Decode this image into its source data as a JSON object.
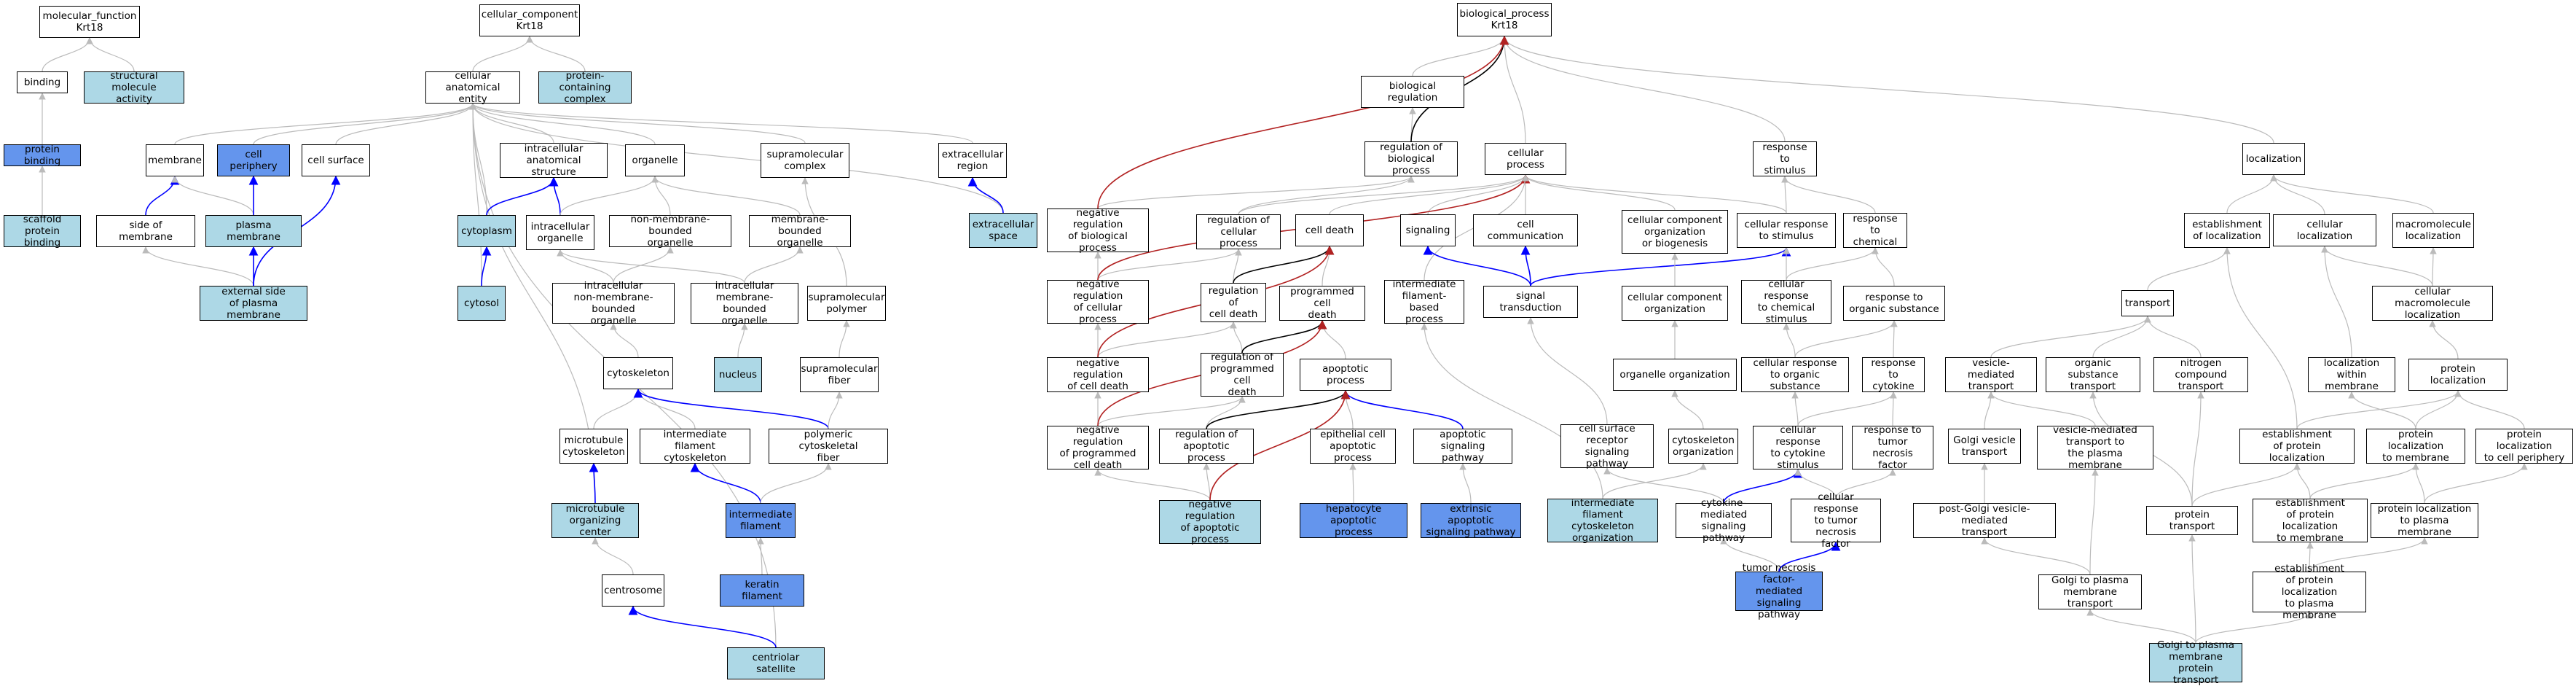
{
  "colors": {
    "white": "#ffffff",
    "light": "#add8e6",
    "blue": "#6495ed",
    "gray_edge": "#bbbbbb",
    "blue_edge": "#0000ff",
    "red_edge": "#b22222",
    "black_edge": "#000000"
  },
  "nodes": {
    "mf": "molecular_function\nKrt18",
    "binding": "binding",
    "smact": "structural molecule\nactivity",
    "protbind": "protein binding",
    "scaffold": "scaffold protein\nbinding",
    "cc": "cellular_component\nKrt18",
    "cae": "cellular anatomical\nentity",
    "pcc": "protein-containing\ncomplex",
    "membrane": "membrane",
    "cellper": "cell periphery",
    "cellsurf": "cell surface",
    "ias": "intracellular\nanatomical structure",
    "organelle": "organelle",
    "supracomplex": "supramolecular\ncomplex",
    "extreg": "extracellular\nregion",
    "sidemem": "side of membrane",
    "plasmamem": "plasma membrane",
    "extside": "external side\nof plasma membrane",
    "cytoplasm": "cytoplasm",
    "cytosol": "cytosol",
    "intorg": "intracellular\norganelle",
    "nmbo": "non-membrane-bounded\norganelle",
    "mbo": "membrane-bounded\norganelle",
    "intnmbo": "intracellular\nnon-membrane-bounded\norganelle",
    "intmbo": "intracellular\nmembrane-bounded\norganelle",
    "suprapoly": "supramolecular\npolymer",
    "extspace": "extracellular\nspace",
    "cytoskeleton": "cytoskeleton",
    "nucleus": "nucleus",
    "suprafiber": "supramolecular\nfiber",
    "mtcyto": "microtubule\ncytoskeleton",
    "ifcyto": "intermediate\nfilament cytoskeleton",
    "polycyto": "polymeric cytoskeletal\nfiber",
    "mtoc": "microtubule\norganizing center",
    "ifil": "intermediate\nfilament",
    "centrosome": "centrosome",
    "keratin": "keratin filament",
    "centriolar": "centriolar satellite",
    "bp": "biological_process\nKrt18",
    "bioreg": "biological regulation",
    "regbp": "regulation of\nbiological process",
    "cellproc": "cellular process",
    "respstim": "response to\nstimulus",
    "localization": "localization",
    "negregbp": "negative regulation\nof biological\nprocess",
    "regcp": "regulation of\ncellular process",
    "celldeath": "cell death",
    "signaling": "signaling",
    "cellcomm": "cell communication",
    "ccorg": "cellular component\norganization\nor biogenesis",
    "cellresp": "cellular response\nto stimulus",
    "respchem": "response to\nchemical",
    "estloc": "establishment\nof localization",
    "cellloc": "cellular localization",
    "macloc": "macromolecule\nlocalization",
    "negregcp": "negative regulation\nof cellular\nprocess",
    "regcd": "regulation of\ncell death",
    "pcd": "programmed cell\ndeath",
    "ifbased": "intermediate\nfilament-based\nprocess",
    "sigtrans": "signal transduction",
    "cco": "cellular component\norganization",
    "cellrespchem": "cellular response\nto chemical\nstimulus",
    "resporg": "response to\norganic substance",
    "transport": "transport",
    "cellmacloc": "cellular macromolecule\nlocalization",
    "negregcd": "negative regulation\nof cell death",
    "regpcd": "regulation of\nprogrammed cell\ndeath",
    "apoptotic": "apoptotic process",
    "orgorg": "organelle organization",
    "cellresporg": "cellular response\nto organic substance",
    "respcyt": "response to\ncytokine",
    "vesmed": "vesicle-mediated\ntransport",
    "orgsub": "organic substance\ntransport",
    "nitro": "nitrogen compound\ntransport",
    "locwithin": "localization\nwithin membrane",
    "protloc": "protein localization",
    "negregpcd": "negative regulation\nof programmed\ncell death",
    "regapop": "regulation of\napoptotic process",
    "epith": "epithelial cell\napoptotic process",
    "apopsig": "apoptotic signaling\npathway",
    "csrsp": "cell surface\nreceptor signaling\npathway",
    "cytoorg": "cytoskeleton\norganization",
    "cellrespcyt": "cellular response\nto cytokine\nstimulus",
    "resptnf": "response to\ntumor necrosis\nfactor",
    "golgives": "Golgi vesicle\ntransport",
    "vesmedpm": "vesicle-mediated\ntransport to\nthe plasma membrane",
    "estprotloc": "establishment\nof protein localization",
    "protlocmem": "protein localization\nto membrane",
    "protloccp": "protein localization\nto cell periphery",
    "negregapop": "negative regulation\nof apoptotic\nprocess",
    "hepato": "hepatocyte apoptotic\nprocess",
    "extapop": "extrinsic apoptotic\nsignaling pathway",
    "ifcorg": "intermediate\nfilament cytoskeleton\norganization",
    "cytmed": "cytokine-mediated\nsignaling pathway",
    "cellresptnf": "cellular response\nto tumor necrosis\nfactor",
    "postgolgi": "post-Golgi vesicle-mediated\ntransport",
    "prottrans": "protein transport",
    "estprotmem": "establishment\nof protein localization\nto membrane",
    "protlocpm": "protein localization\nto plasma membrane",
    "tnfsig": "tumor necrosis\nfactor-mediated\nsignaling pathway",
    "golgipm": "Golgi to plasma\nmembrane transport",
    "estprotpm": "establishment\nof protein localization\nto plasma membrane",
    "golgipmprot": "Golgi to plasma\nmembrane protein\ntransport"
  }
}
